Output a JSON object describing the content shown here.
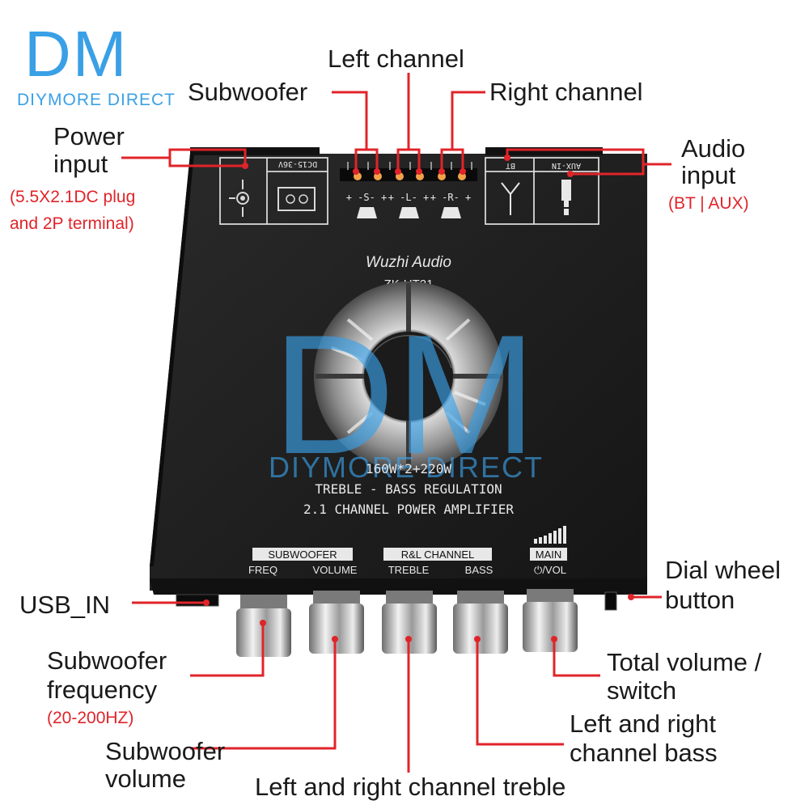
{
  "brand": {
    "logo_letters": "DM",
    "logo_subtitle": "DIYMORE DIRECT",
    "watermark_letters": "DM",
    "watermark_subtitle": "DIYMORE DIRECT",
    "color": "#3aa0e6"
  },
  "board": {
    "maker_script": "Wuzhi Audio",
    "model": "ZK-HT21",
    "spec_line1": "160W*2+220W",
    "spec_line2": "TREBLE - BASS REGULATION",
    "spec_line3": "2.1 CHANNEL POWER AMPLIFIER",
    "power_label": "DC15-36V",
    "bt_label": "BT",
    "aux_label": "AUX-IN",
    "sub_terminal": "+ -S- +",
    "left_terminal": "+ -L- +",
    "right_terminal": "+ -R- +",
    "group_subwoofer": "SUBWOOFER",
    "group_rl": "R&L CHANNEL",
    "group_main": "MAIN",
    "knob_freq": "FREQ",
    "knob_volume": "VOLUME",
    "knob_treble": "TREBLE",
    "knob_bass": "BASS",
    "knob_vol": "⏻/VOL"
  },
  "callouts": {
    "left_channel": "Left channel",
    "subwoofer": "Subwoofer",
    "right_channel": "Right channel",
    "power_input_1": "Power",
    "power_input_2": "input",
    "power_note_1": "(5.5X2.1DC plug",
    "power_note_2": "and 2P terminal)",
    "audio_input_1": "Audio",
    "audio_input_2": "input",
    "audio_note": "(BT | AUX)",
    "dial_1": "Dial wheel",
    "dial_2": "button",
    "usb": "USB_IN",
    "sub_freq_1": "Subwoofer",
    "sub_freq_2": "frequency",
    "sub_freq_note": "(20-200HZ)",
    "total_vol_1": "Total volume /",
    "total_vol_2": "switch",
    "lr_bass_1": "Left and right",
    "lr_bass_2": "channel bass",
    "sub_vol_1": "Subwoofer",
    "sub_vol_2": "volume",
    "lr_treble": "Left and right channel treble"
  },
  "colors": {
    "callout_line": "#e0242a",
    "board_body": "#1b1b1b",
    "board_text": "#e8e8e8"
  }
}
